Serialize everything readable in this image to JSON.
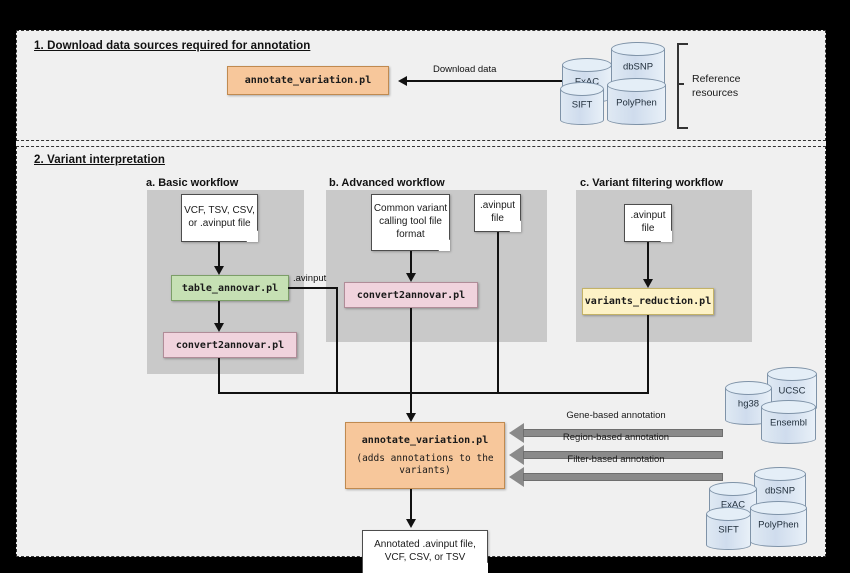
{
  "sections": {
    "one": {
      "title": "1. Download data sources required for annotation",
      "process": {
        "label": "annotate_variation.pl"
      },
      "download_edge_label": "Download data",
      "bracket_label_line1": "Reference",
      "bracket_label_line2": "resources",
      "databases": [
        {
          "name": "ExAC"
        },
        {
          "name": "dbSNP"
        },
        {
          "name": "SIFT"
        },
        {
          "name": "PolyPhen"
        }
      ]
    },
    "two": {
      "title": "2. Variant interpretation",
      "workflows": [
        {
          "title": "a. Basic workflow",
          "input_doc": "VCF, TSV, CSV, or .avinput file",
          "step1": "table_annovar.pl",
          "step2": "convert2annovar.pl",
          "edge_label": ".avinput"
        },
        {
          "title": "b. Advanced workflow",
          "input_doc": "Common variant calling tool file format",
          "side_doc": ".avinput file",
          "step1": "convert2annovar.pl"
        },
        {
          "title": "c. Variant filtering workflow",
          "input_doc": ".avinput file",
          "step1": "variants_reduction.pl"
        }
      ],
      "main_process": {
        "label": "annotate_variation.pl",
        "sublabel": "(adds annotations to the variants)"
      },
      "annotation_arrows": [
        {
          "label": "Gene-based annotation"
        },
        {
          "label": "Region-based annotation"
        },
        {
          "label": "Filter-based annotation"
        }
      ],
      "resource_group_top": [
        {
          "name": "hg38"
        },
        {
          "name": "UCSC"
        },
        {
          "name": "Ensembl"
        }
      ],
      "resource_group_bottom": [
        {
          "name": "ExAC"
        },
        {
          "name": "dbSNP"
        },
        {
          "name": "SIFT"
        },
        {
          "name": "PolyPhen"
        }
      ],
      "output_doc": "Annotated .avinput file, VCF, CSV, or TSV"
    }
  },
  "colors": {
    "orange": "#f7c79b",
    "green": "#c6e0b4",
    "pink": "#f0d3dd",
    "yellow": "#fdf2c6",
    "panel_gray": "#c9c9c9",
    "arrow_gray": "#8a8a8a",
    "cylinder_blue": "#dfe9f3",
    "canvas": "#f2f2f2"
  }
}
